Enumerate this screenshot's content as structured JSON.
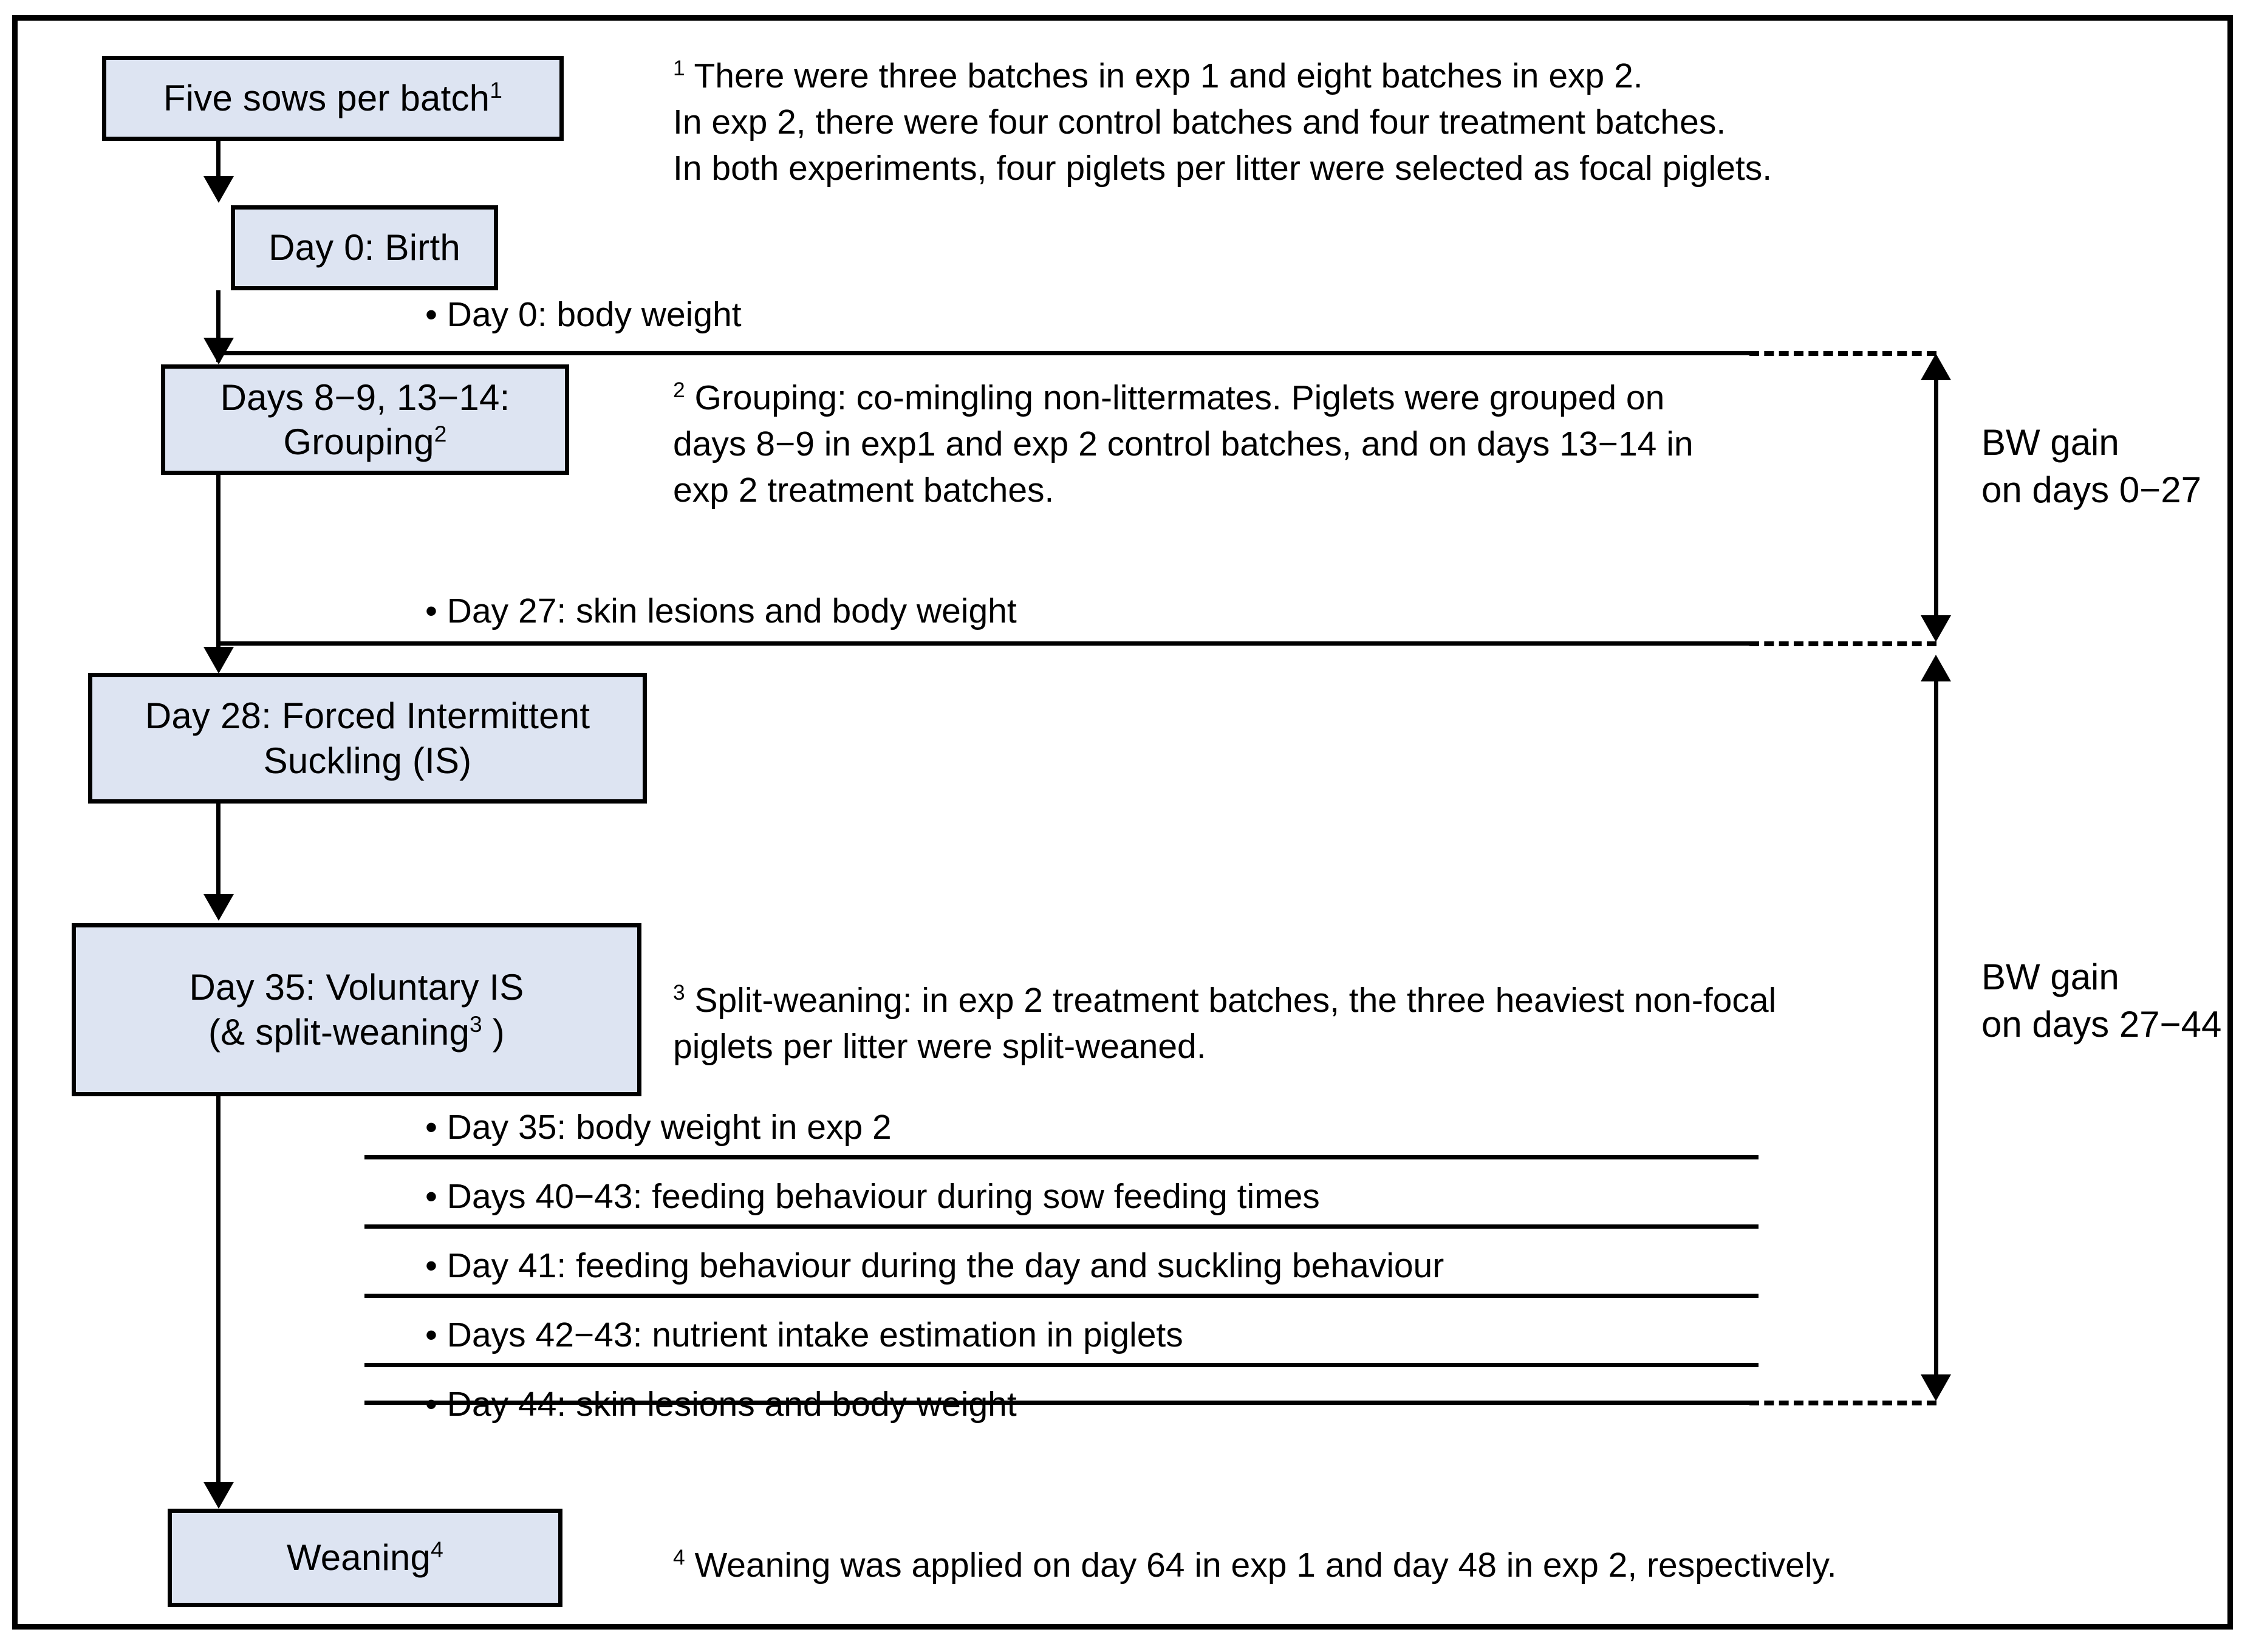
{
  "figure": {
    "type": "flowchart",
    "title": "Experimental timeline flowchart for piglet study"
  },
  "boxes": [
    {
      "id": "sows",
      "line1": "Five sows per batch",
      "sup1": "1",
      "line2": "",
      "sup2": ""
    },
    {
      "id": "birth",
      "line1": "Day 0: Birth",
      "sup1": "",
      "line2": "",
      "sup2": ""
    },
    {
      "id": "grouping",
      "line1": "Days 8−9, 13−14:",
      "sup1": "",
      "line2": "Grouping",
      "sup2": "2"
    },
    {
      "id": "fis",
      "line1": "Day 28: Forced Intermittent",
      "sup1": "",
      "line2": "Suckling (IS)",
      "sup2": ""
    },
    {
      "id": "vis",
      "line1": "Day 35: Voluntary IS",
      "sup1": "",
      "line2": "(& split-weaning",
      "sup2": "3",
      "line2_tail": " )"
    },
    {
      "id": "weaning",
      "line1": "Weaning",
      "sup1": "4",
      "line2": "",
      "sup2": ""
    }
  ],
  "notes": {
    "footnote1": {
      "marker": "1",
      "lines": [
        " There were three batches in exp 1 and eight batches in exp 2.",
        "In exp 2, there were four control batches and four treatment batches.",
        "In both experiments, four piglets per litter were selected as focal piglets."
      ]
    },
    "footnote2": {
      "marker": "2",
      "lines": [
        " Grouping: co-mingling non-littermates. Piglets were grouped on",
        "days 8−9 in exp1 and exp 2 control batches, and on days 13−14 in",
        "exp 2 treatment batches."
      ]
    },
    "footnote3": {
      "marker": "3",
      "lines": [
        " Split-weaning: in exp 2 treatment batches, the three heaviest non-focal",
        "piglets per litter were split-weaned."
      ]
    },
    "footnote4": {
      "marker": "4",
      "lines": [
        " Weaning was applied on day 64 in exp 1 and day 48 in exp 2, respectively."
      ]
    }
  },
  "measurements": [
    {
      "id": "m-day0",
      "text": "• Day 0: body weight"
    },
    {
      "id": "m-day27",
      "text": "• Day 27: skin lesions and body weight"
    },
    {
      "id": "m-day35",
      "text": "• Day 35: body weight in exp 2"
    },
    {
      "id": "m-day4043",
      "text": "• Days 40−43: feeding behaviour during sow feeding times"
    },
    {
      "id": "m-day41",
      "text": "• Day 41: feeding behaviour during the day and suckling behaviour"
    },
    {
      "id": "m-day4243",
      "text": "• Days 42−43: nutrient intake estimation in piglets"
    },
    {
      "id": "m-day44",
      "text": "• Day 44: skin lesions and body weight"
    }
  ],
  "side_labels": [
    {
      "id": "bw-0-27",
      "line1": "BW gain",
      "line2": "on days 0−27"
    },
    {
      "id": "bw-27-44",
      "line1": "BW gain",
      "line2": "on days 27−44"
    }
  ],
  "colors": {
    "box_fill": "#dde4f2",
    "line": "#000000",
    "background": "#ffffff"
  }
}
